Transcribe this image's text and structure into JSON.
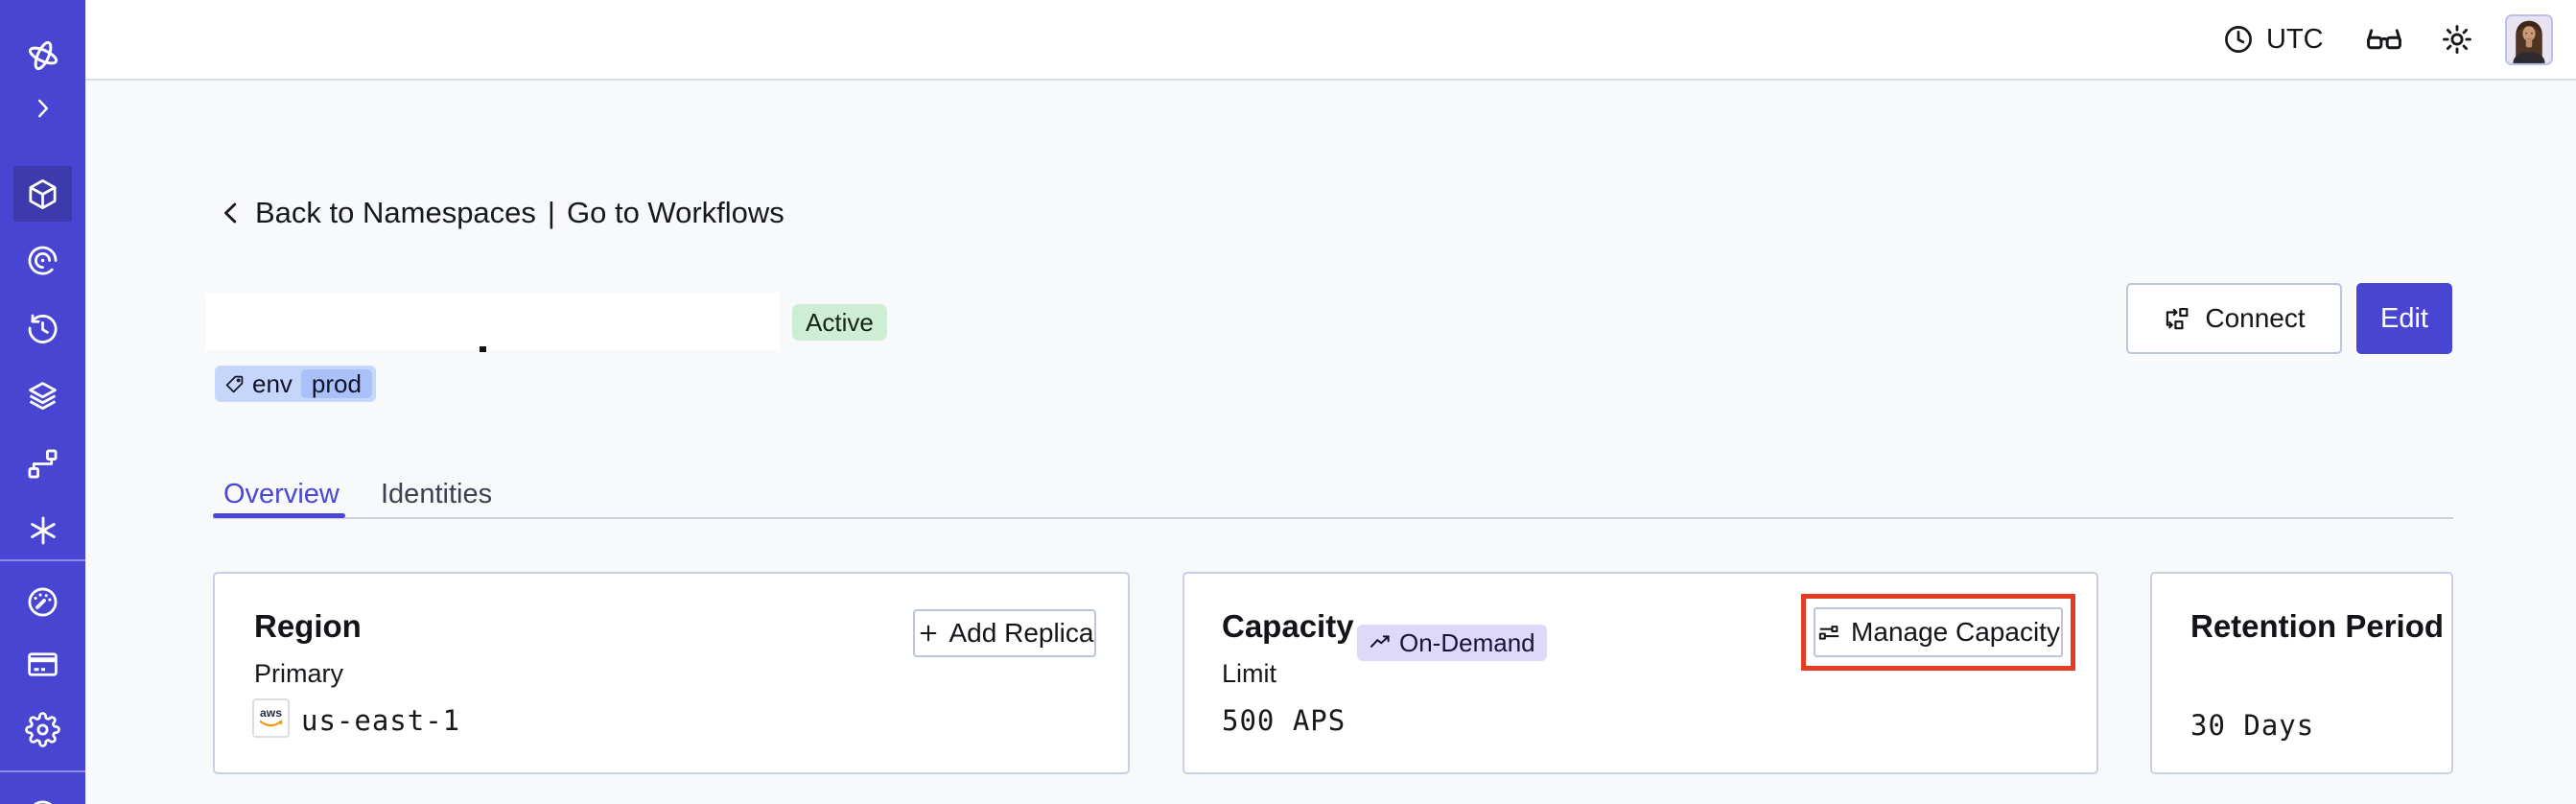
{
  "topbar": {
    "timezone": "UTC",
    "icons": [
      "clock-icon",
      "glasses-icon",
      "sun-icon",
      "avatar"
    ]
  },
  "sidebar": {
    "active_item": "namespaces",
    "icons": [
      "temporal-logo",
      "expand-chevron",
      "namespaces-cube",
      "monitors-swirl",
      "schedules-clock",
      "stacks-layers",
      "deployments-branch",
      "nexus-asterisk",
      "usage-speedometer",
      "billing-card",
      "settings-gear"
    ]
  },
  "breadcrumb": {
    "back": "Back to Namespaces",
    "divider": "|",
    "forward": "Go to Workflows"
  },
  "namespace": {
    "status": "Active",
    "tag": {
      "key": "env",
      "value": "prod"
    }
  },
  "actions": {
    "connect": "Connect",
    "edit": "Edit"
  },
  "tabs": [
    {
      "label": "Overview",
      "active": true
    },
    {
      "label": "Identities",
      "active": false
    }
  ],
  "cards": {
    "region": {
      "title": "Region",
      "add_replica_label": "Add Replica",
      "field_label": "Primary",
      "provider": "aws",
      "value": "us-east-1"
    },
    "capacity": {
      "title": "Capacity",
      "badge": "On-Demand",
      "manage_label": "Manage Capacity",
      "field_label": "Limit",
      "value": "500 APS"
    },
    "retention": {
      "title": "Retention Period",
      "value": "30 Days"
    }
  },
  "colors": {
    "accent_indigo": "#4845d2",
    "sidebar": "#4845d2",
    "sidebar_active": "#3d3aad",
    "status_active_bg": "#cdedd4",
    "tag_outer_bg": "#c6d6fb",
    "tag_inner_bg": "#a9c0f9",
    "ondemand_bg": "#ded9f8",
    "annotation_red": "#e53b22"
  }
}
